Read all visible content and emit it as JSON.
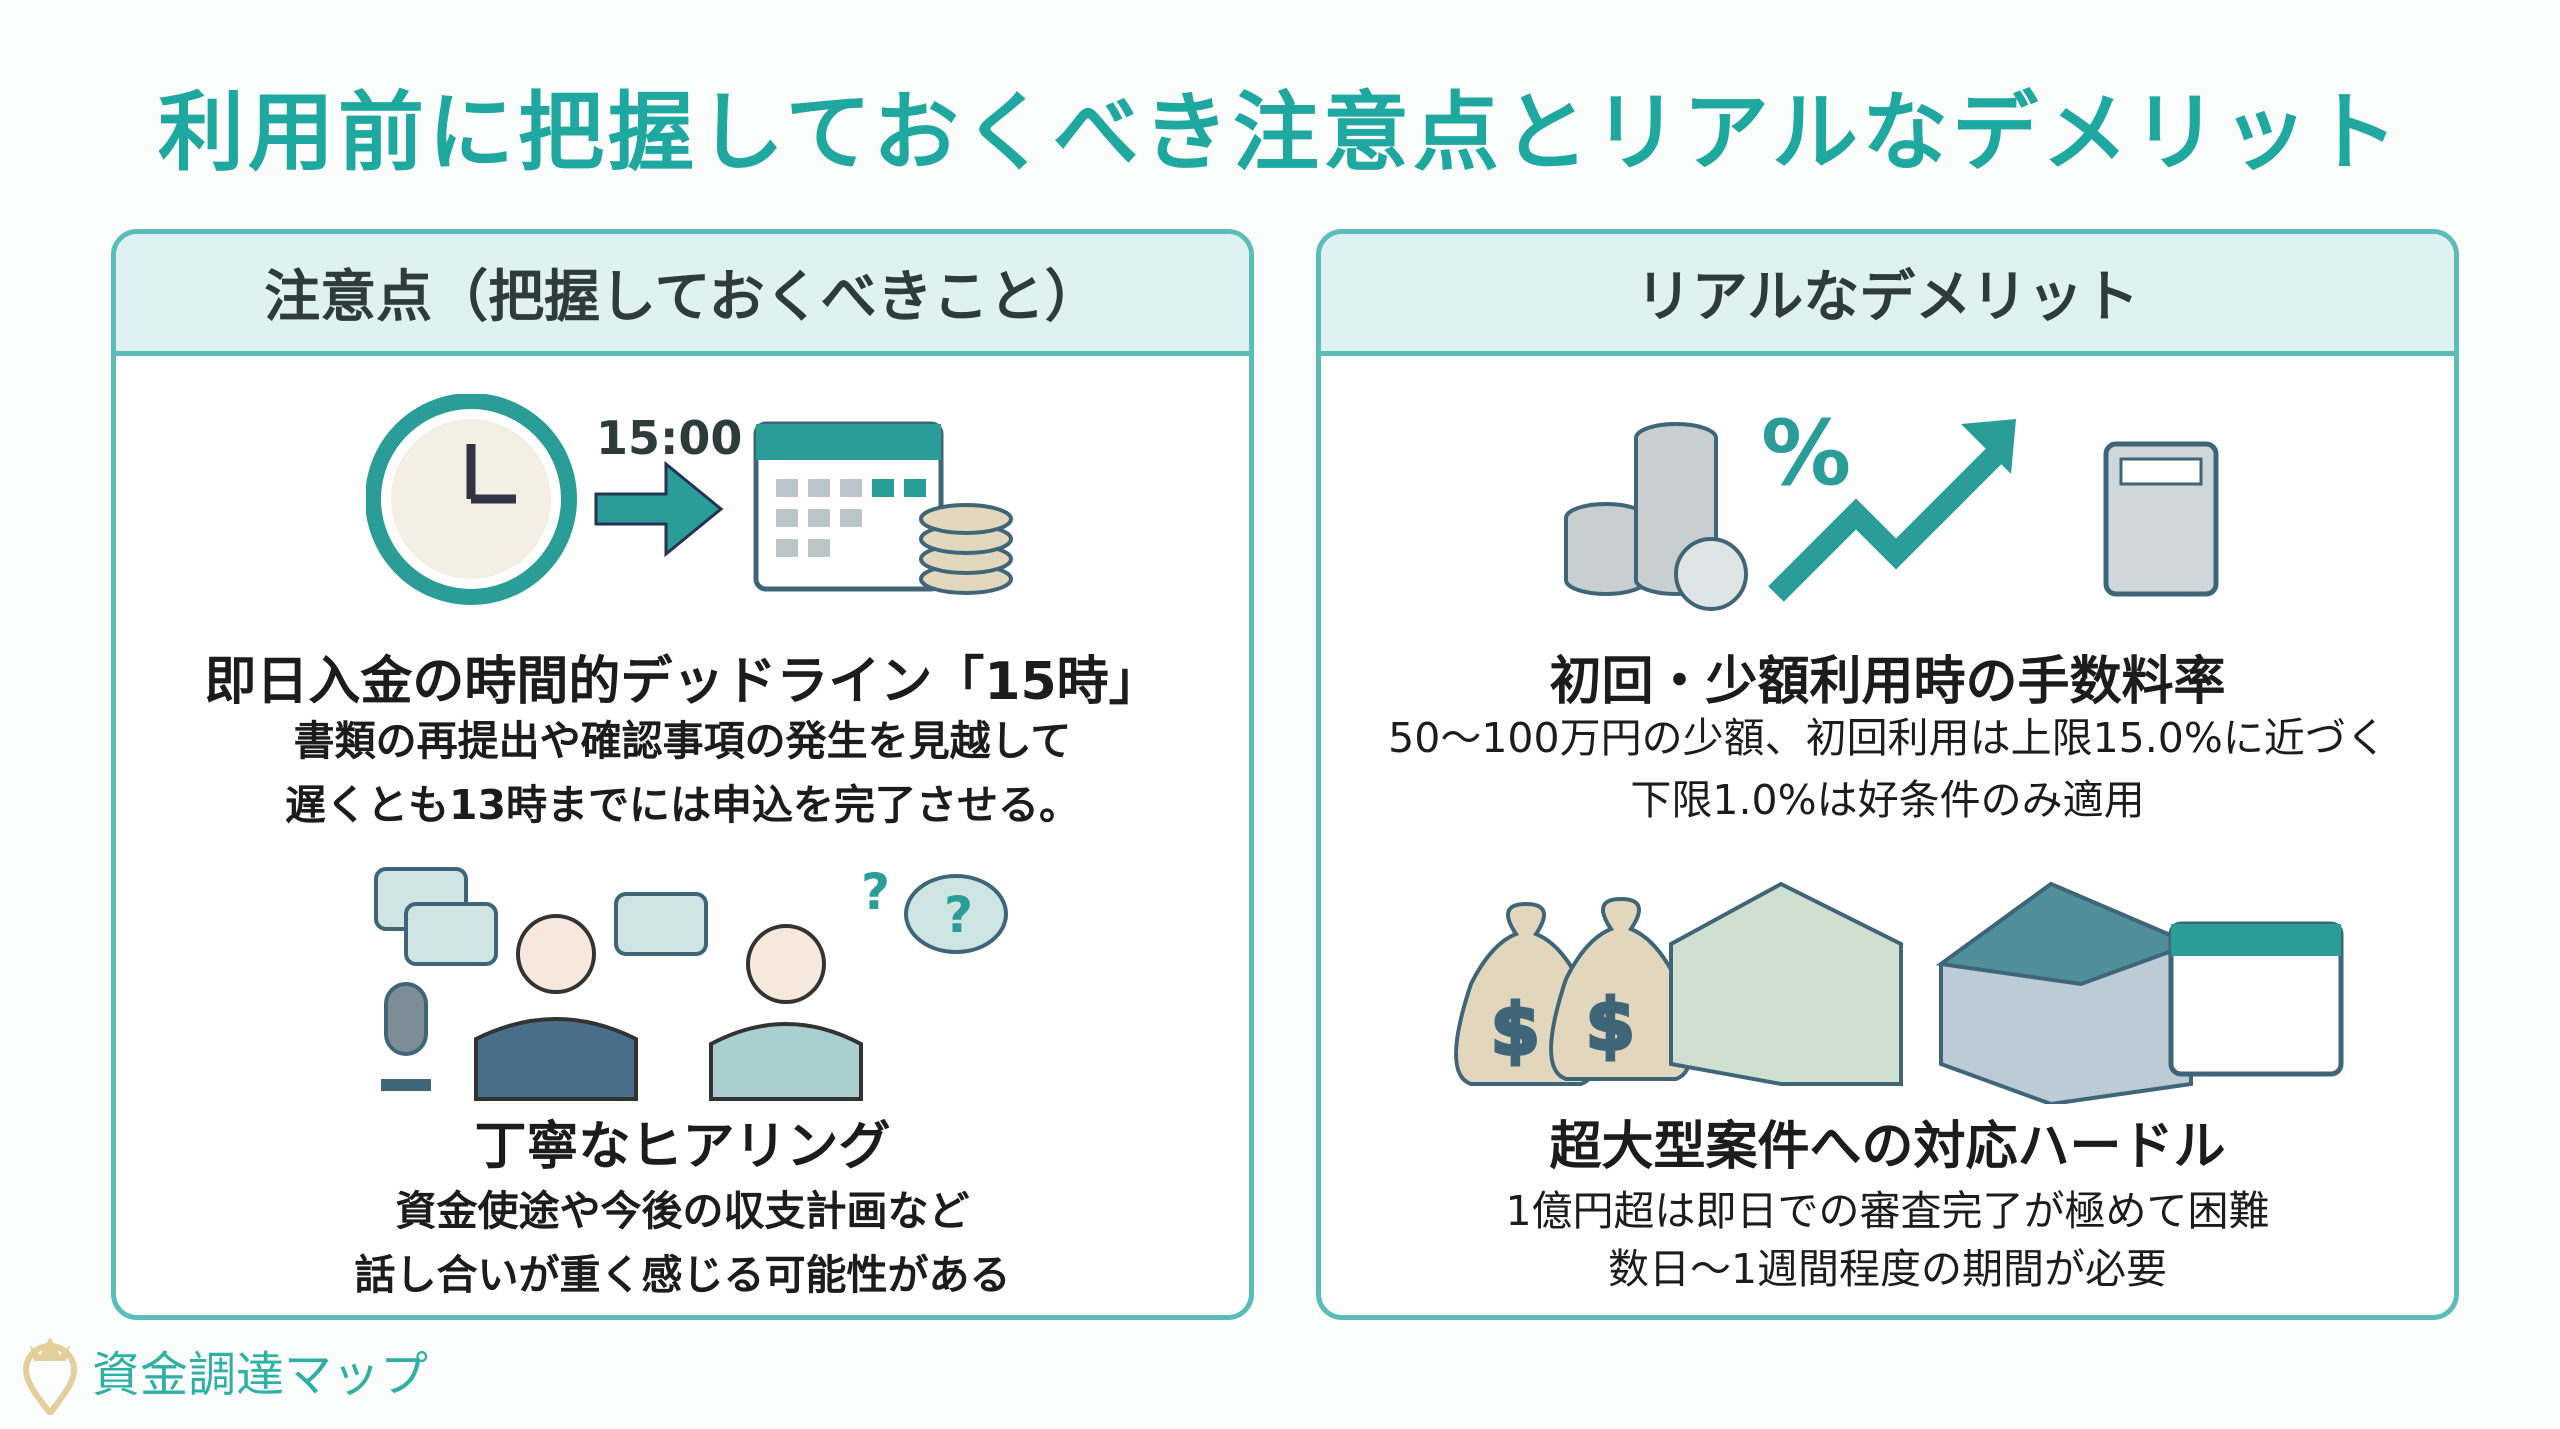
{
  "title": "利用前に把握しておくべき注意点とリアルなデメリット",
  "left": {
    "header": "注意点（把握しておくべきこと）",
    "items": [
      {
        "heading": "即日入金の時間的デッドライン「15時」",
        "lines": [
          "書類の再提出や確認事項の発生を見越して",
          "遅くとも13時までには申込を完了させる。"
        ],
        "icon_label": "15:00",
        "icons": [
          "clock-icon",
          "arrow-right-icon",
          "calendar-icon",
          "coins-icon"
        ]
      },
      {
        "heading": "丁寧なヒアリング",
        "lines": [
          "資金使途や今後の収支計画など",
          "話し合いが重く感じる可能性がある"
        ],
        "icons": [
          "chat-bubbles-icon",
          "microphone-icon",
          "businessman-icon",
          "woman-thinking-icon",
          "question-icon"
        ]
      }
    ]
  },
  "right": {
    "header": "リアルなデメリット",
    "items": [
      {
        "heading": "初回・少額利用時の手数料率",
        "lines": [
          "50〜100万円の少額、初回利用は上限15.0%に近づく",
          "下限1.0%は好条件のみ適用"
        ],
        "icons": [
          "coin-stacks-icon",
          "percent-up-arrow-icon",
          "calculator-icon"
        ]
      },
      {
        "heading": "超大型案件への対応ハードル",
        "lines": [
          "1億円超は即日での審査完了が極めて困難",
          "数日〜1週間程度の期間が必要"
        ],
        "icons": [
          "money-bags-icon",
          "cash-stacks-icon",
          "warehouse-icon",
          "calendar-icon"
        ]
      }
    ]
  },
  "logo": {
    "text": "資金調達マップ"
  },
  "colors": {
    "accent": "#1ea89f",
    "border": "#5bbcb8",
    "header_bg": "#dff1f0",
    "icon_dark": "#3f6678"
  }
}
